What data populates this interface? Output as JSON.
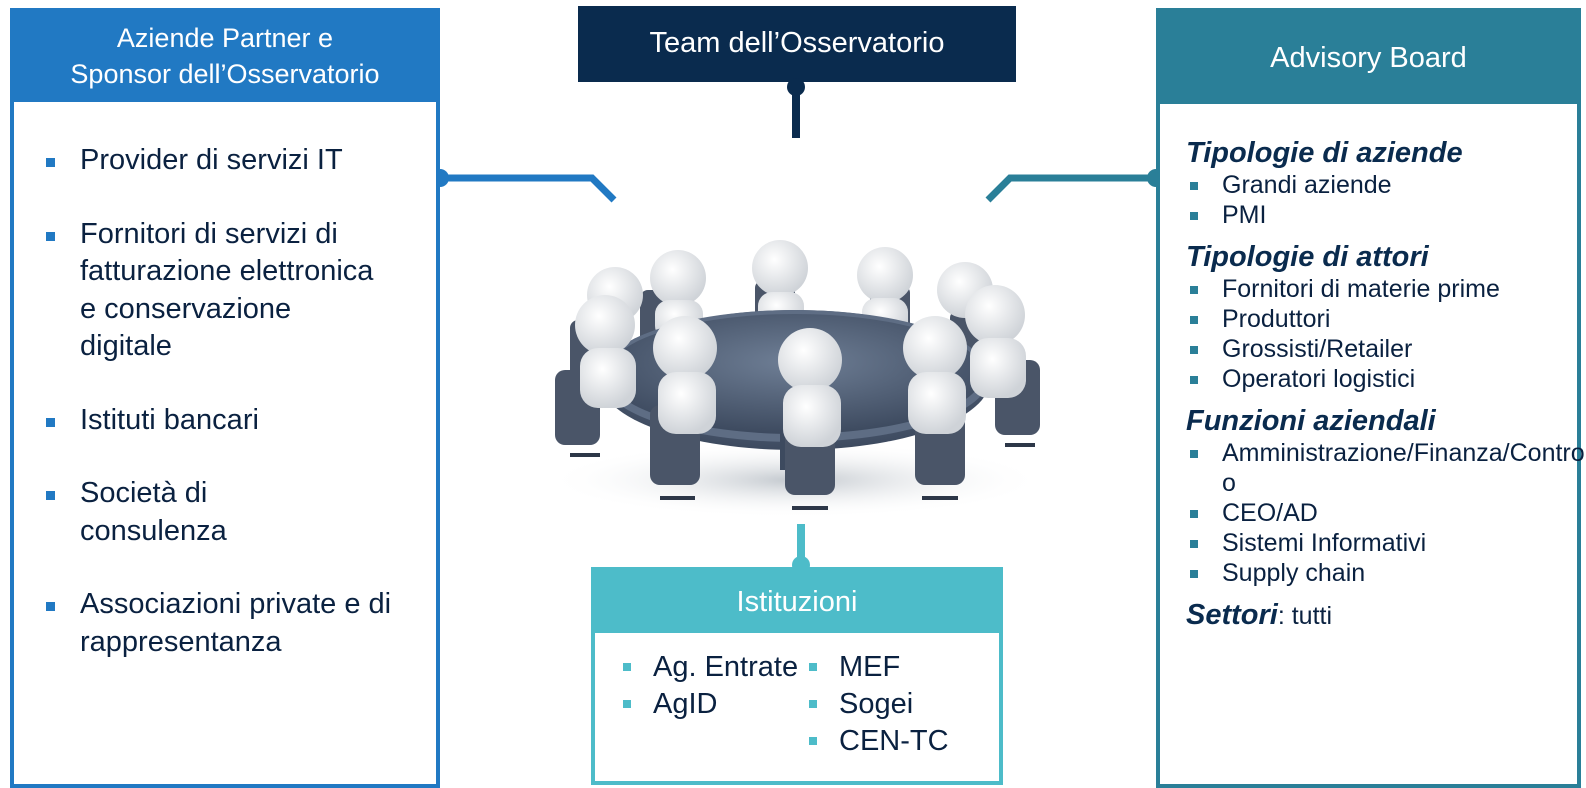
{
  "left_panel": {
    "title_line1": "Aziende Partner e",
    "title_line2": "Sponsor dell’Osservatorio",
    "items": [
      "Provider di servizi IT",
      "Fornitori di servizi di fatturazione elettronica e conservazione digitale",
      "Istituti bancari",
      "Società di consulenza",
      "Associazioni private e di rappresentanza"
    ]
  },
  "center": {
    "team_title": "Team dell’Osservatorio"
  },
  "right_panel": {
    "title": "Advisory Board",
    "groups": [
      {
        "heading": "Tipologie di aziende",
        "items": [
          "Grandi aziende",
          "PMI"
        ]
      },
      {
        "heading": "Tipologie di attori",
        "items": [
          "Fornitori di materie prime",
          "Produttori",
          "Grossisti/Retailer",
          "Operatori logistici"
        ]
      },
      {
        "heading": "Funzioni aziendali",
        "items": [
          "Amministrazione/Finanza/Controllo",
          "CEO/AD",
          "Sistemi Informativi",
          "Supply chain"
        ]
      }
    ],
    "settori_label": "Settori",
    "settori_value": ": tutti"
  },
  "istituzioni": {
    "title": "Istituzioni",
    "col1": [
      "Ag. Entrate",
      "AgID"
    ],
    "col2": [
      "MEF",
      "Sogei",
      "CEN-TC"
    ]
  },
  "colors": {
    "left_blue": "#2179c3",
    "navy": "#0a2b4e",
    "teal": "#2a7f98",
    "cyan": "#4dbcc9"
  }
}
